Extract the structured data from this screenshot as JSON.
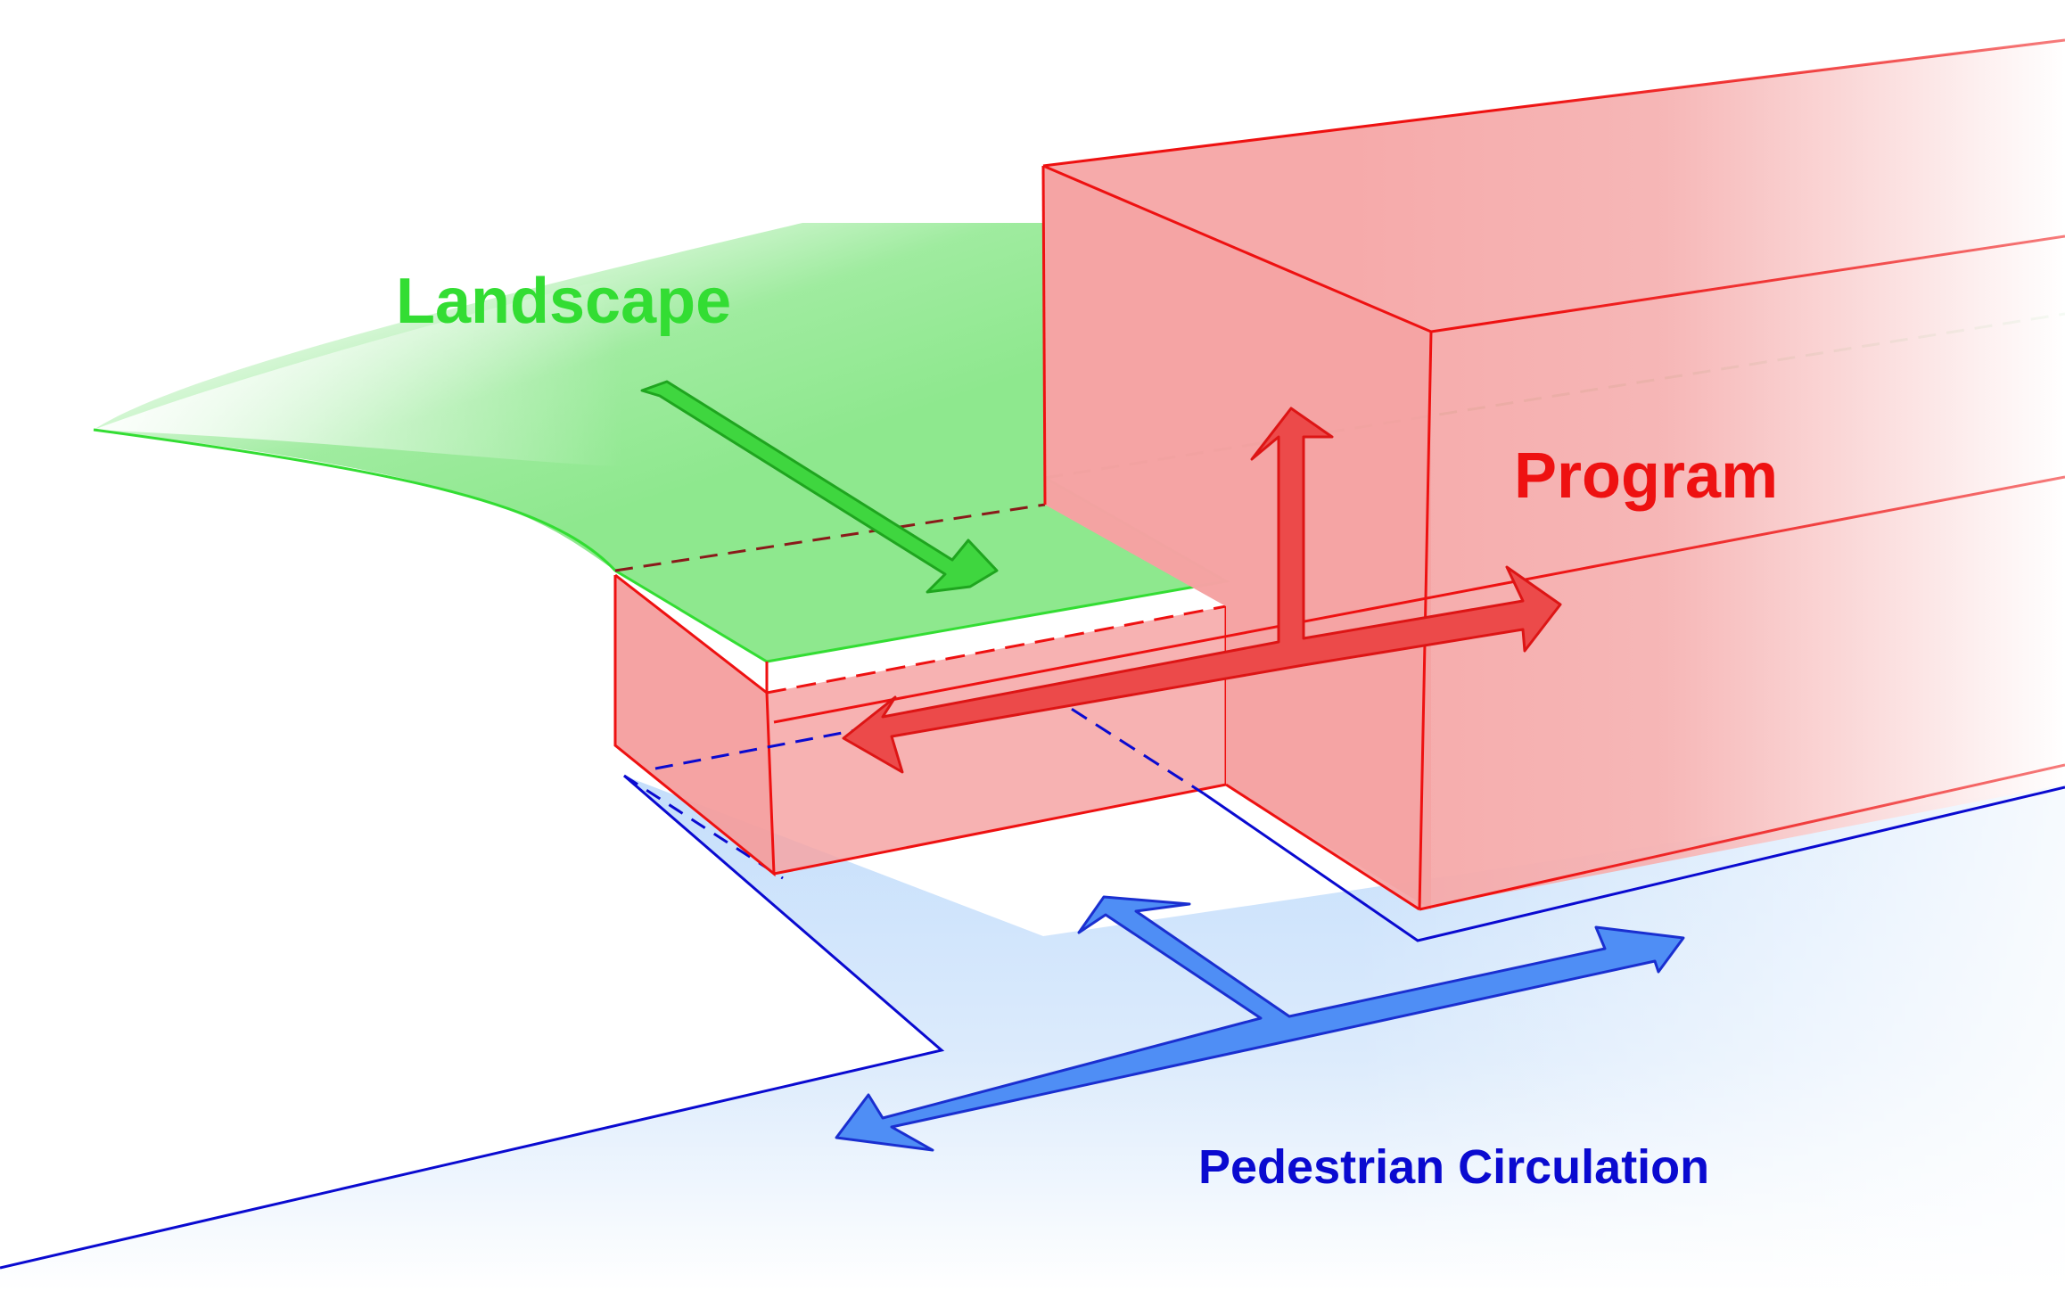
{
  "labels": {
    "landscape": "Landscape",
    "program": "Program",
    "pedestrian": "Pedestrian Circulation"
  },
  "colors": {
    "landscape": "#33dd33",
    "program": "#ee1111",
    "pedestrian": "#0a0ad0",
    "program_fill": "#f6a5a5",
    "landscape_fill": "#8ee88e",
    "ground_fill": "#cfe4fb",
    "arrow_green": "#3fd63f",
    "arrow_red": "#ec4a4a",
    "arrow_blue": "#4f8ef5"
  }
}
